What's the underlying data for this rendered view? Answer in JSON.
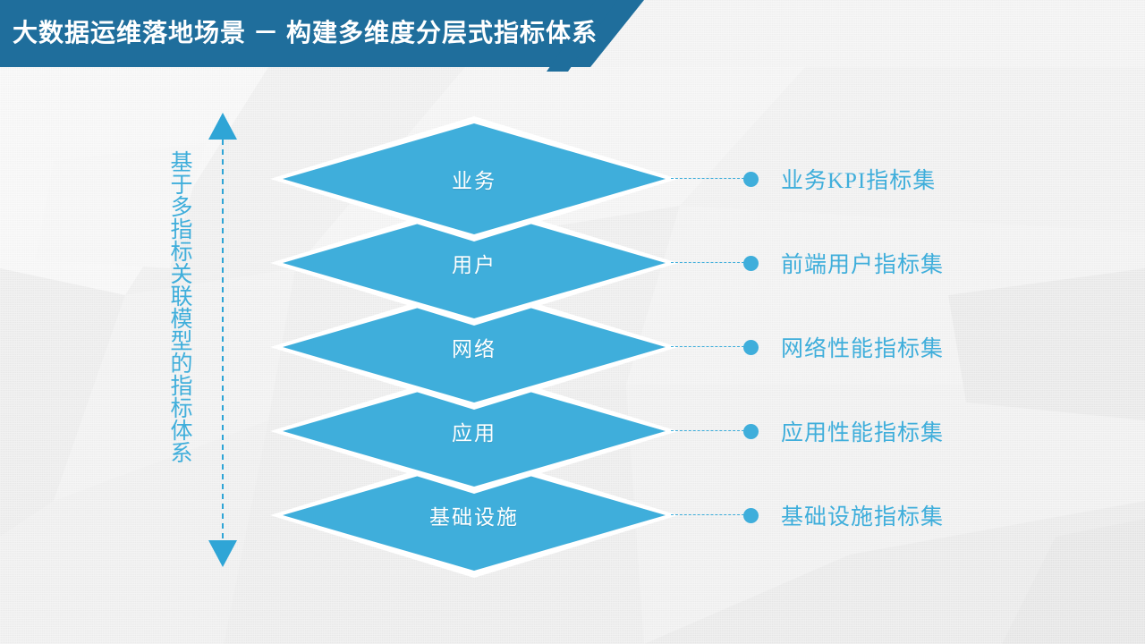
{
  "header": {
    "title": "大数据运维落地场景 －  构建多维度分层式指标体系",
    "band_color": "#1F6E9C",
    "stripe_color": "#1F6E9C",
    "text_color": "#FFFFFF"
  },
  "axis": {
    "caption": "基于多指标关联模型的指标体系",
    "arrow_color": "#2FA5D6",
    "line_style": "dashed",
    "direction": "double",
    "top_arrow_icon": "arrow-up-icon",
    "bottom_arrow_icon": "arrow-down-icon"
  },
  "theme": {
    "accent": "#3FAEDB",
    "diamond_fill": "#3FAEDB",
    "diamond_border": "#FFFFFF",
    "background": "#F2F2F2",
    "label_color": "#3FAEDB"
  },
  "stack": {
    "layers": [
      {
        "name": "业务",
        "callout": "业务KPI指标集"
      },
      {
        "name": "用户",
        "callout": "前端用户指标集"
      },
      {
        "name": "网络",
        "callout": "网络性能指标集"
      },
      {
        "name": "应用",
        "callout": "应用性能指标集"
      },
      {
        "name": "基础设施",
        "callout": "基础设施指标集"
      }
    ]
  }
}
